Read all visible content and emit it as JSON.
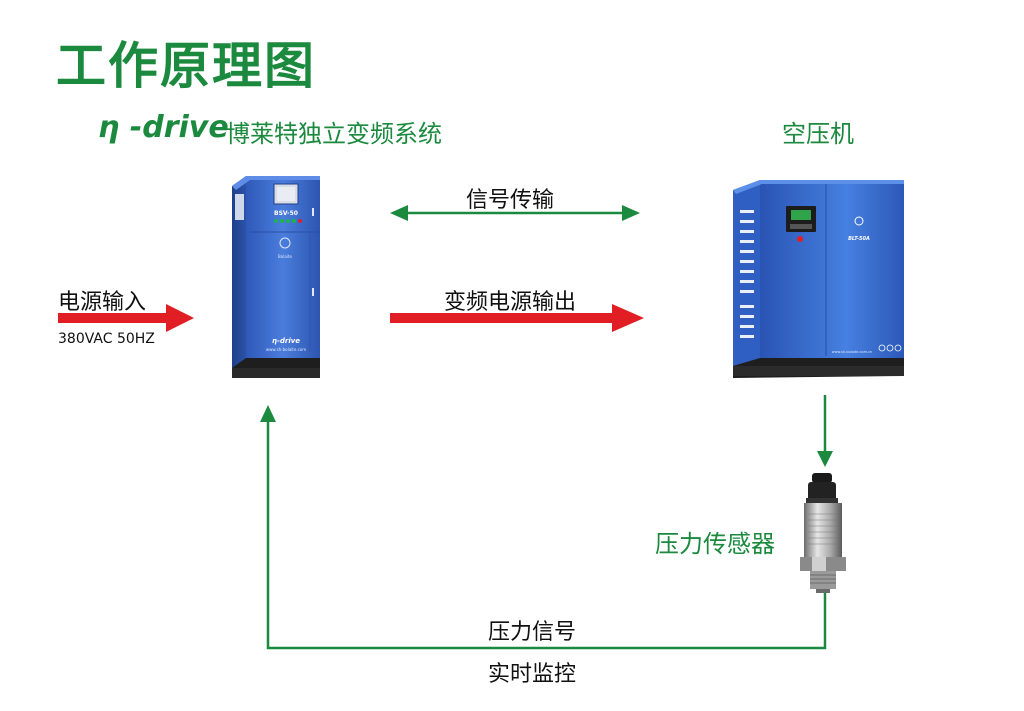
{
  "title": "工作原理图",
  "brand": {
    "logo": "η -drive",
    "subtitle": "博莱特独立变频系统"
  },
  "compressor_label": "空压机",
  "signal_transmission": "信号传输",
  "vfd_output": "变频电源输出",
  "power_input": {
    "label": "电源输入",
    "spec": "380VAC 50HZ"
  },
  "sensor_label": "压力传感器",
  "pressure_signal": "压力信号",
  "realtime_monitor": "实时监控",
  "vfd_cabinet": {
    "model": "BSV-50",
    "brand_mark": "η-drive",
    "website": "www.sh-bolaite.com"
  },
  "compressor_unit": {
    "model": "BLT-50A",
    "website": "www.sh-bolaite.com.cn"
  },
  "colors": {
    "green": "#1b8a3e",
    "red": "#e01e24",
    "cabinet_blue": "#3f6fd0",
    "dark": "#222222"
  }
}
